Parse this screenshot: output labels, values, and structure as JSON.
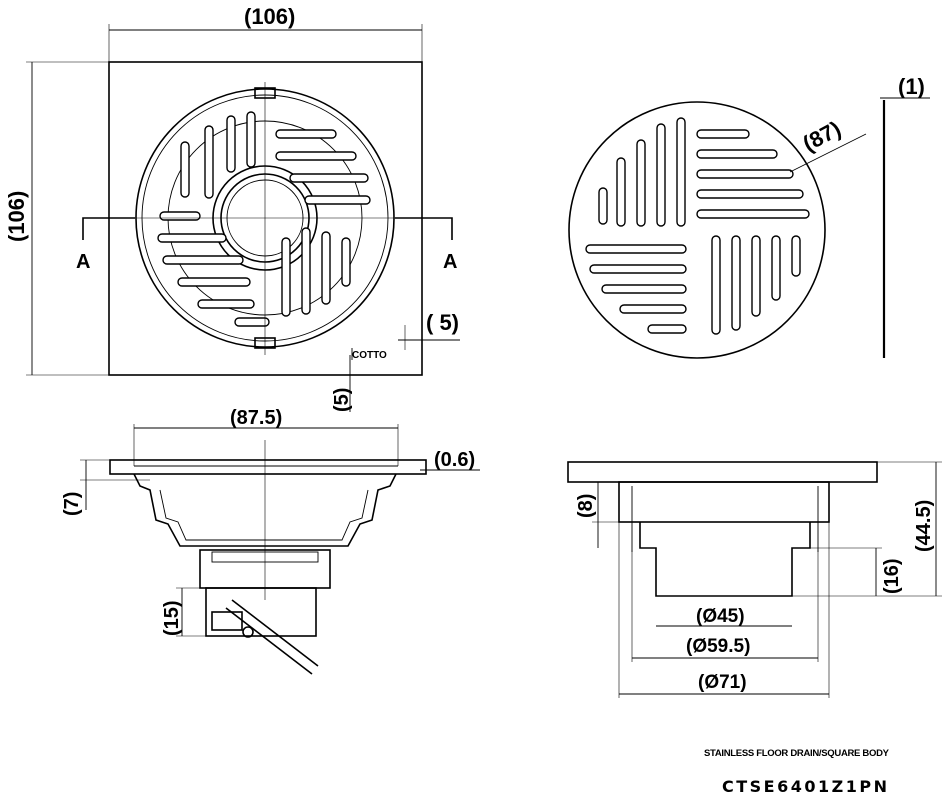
{
  "dimensions": {
    "plate_width": "(106)",
    "plate_height": "(106)",
    "section_left": "A",
    "section_right": "A",
    "corner_offset": "( 5)",
    "bottom_offset": "(5)",
    "grate_diameter": "(87)",
    "grate_thickness": "(1)",
    "frame_width": "(87.5)",
    "flange_thickness": "(0.6)",
    "flange_height": "(7)",
    "trap_height": "(15)",
    "top_thickness": "(8)",
    "body_height": "(44.5)",
    "outlet_height": "(16)",
    "dia_45": "(Ø45)",
    "dia_59_5": "(Ø59.5)",
    "dia_71": "(Ø71)"
  },
  "brand_mark": "COTTO",
  "title_block": {
    "description": "STAINLESS FLOOR DRAIN/SQUARE BODY",
    "model_code": "CTSE6401Z1PN"
  }
}
